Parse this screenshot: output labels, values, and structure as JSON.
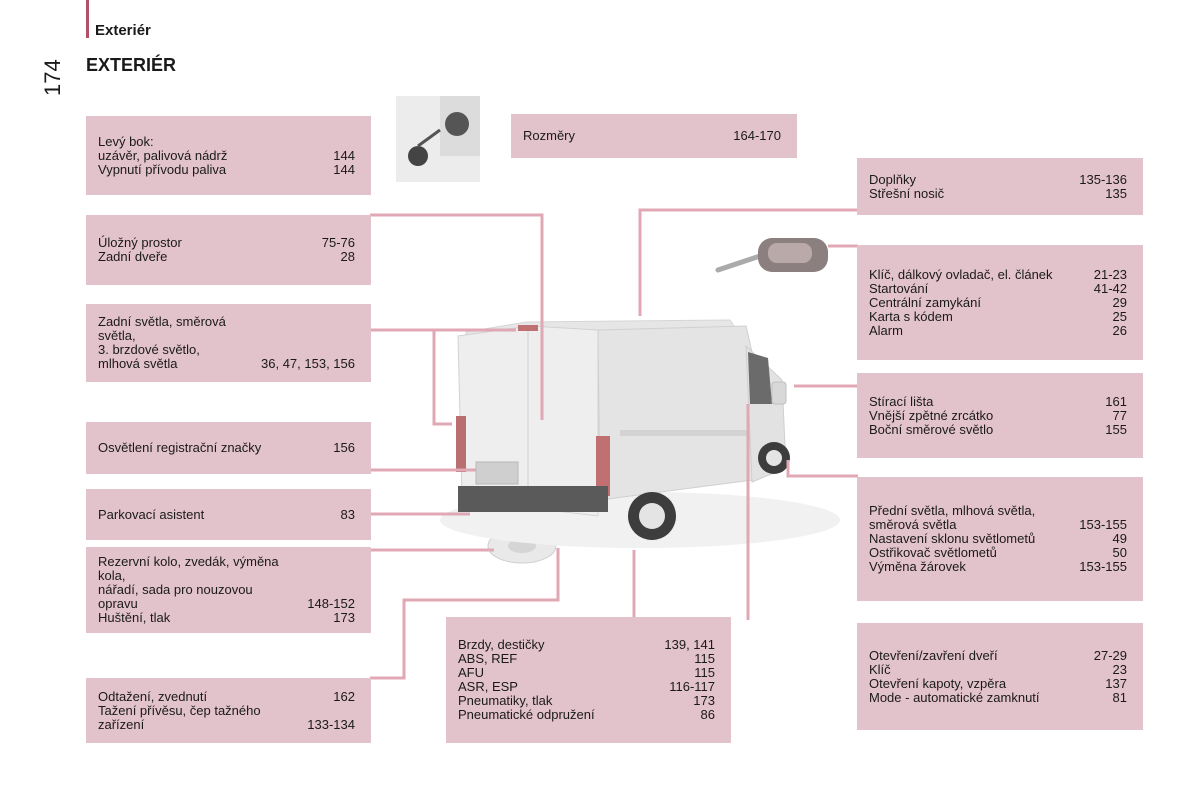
{
  "header": {
    "section": "Exteriér",
    "page_number": "174",
    "title": "EXTERIÉR"
  },
  "boxes": {
    "levy_bok": {
      "title": "Levý bok:",
      "rows": [
        {
          "label": "uzávěr, palivová nádrž",
          "page": "144"
        },
        {
          "label": "Vypnutí přívodu paliva",
          "page": "144"
        }
      ]
    },
    "rozmery": {
      "rows": [
        {
          "label": "Rozměry",
          "page": "164-170"
        }
      ]
    },
    "doplnky": {
      "rows": [
        {
          "label": "Doplňky",
          "page": "135-136"
        },
        {
          "label": "Střešní nosič",
          "page": "135"
        }
      ]
    },
    "ulozny": {
      "rows": [
        {
          "label": "Úložný prostor",
          "page": "75-76"
        },
        {
          "label": "Zadní dveře",
          "page": "28"
        }
      ]
    },
    "klic": {
      "rows": [
        {
          "label": "Klíč, dálkový ovladač, el. článek",
          "page": "21-23"
        },
        {
          "label": "Startování",
          "page": "41-42"
        },
        {
          "label": "Centrální zamykání",
          "page": "29"
        },
        {
          "label": "Karta s kódem",
          "page": "25"
        },
        {
          "label": "Alarm",
          "page": "26"
        }
      ]
    },
    "zadni_svetla": {
      "rows": [
        {
          "label": "Zadní světla, směrová světla,\n3. brzdové světlo,\nmlhová světla",
          "page": "36, 47, 153, 156"
        }
      ]
    },
    "stiraci": {
      "rows": [
        {
          "label": "Stírací lišta",
          "page": "161"
        },
        {
          "label": "Vnější zpětné zrcátko",
          "page": "77"
        },
        {
          "label": "Boční směrové světlo",
          "page": "155"
        }
      ]
    },
    "osvetleni": {
      "rows": [
        {
          "label": "Osvětlení registrační značky",
          "page": "156"
        }
      ]
    },
    "parkovaci": {
      "rows": [
        {
          "label": "Parkovací asistent",
          "page": "83"
        }
      ]
    },
    "predni": {
      "rows": [
        {
          "label": "Přední světla, mlhová světla,\nsměrová světla",
          "page": "153-155"
        },
        {
          "label": "Nastavení sklonu světlometů",
          "page": "49"
        },
        {
          "label": "Ostřikovač světlometů",
          "page": "50"
        },
        {
          "label": "Výměna žárovek",
          "page": "153-155"
        }
      ]
    },
    "rezervni": {
      "rows": [
        {
          "label": "Rezervní kolo, zvedák, výměna kola,\nnářadí, sada pro nouzovou\nopravu",
          "page": "148-152"
        },
        {
          "label": "Huštění, tlak",
          "page": "173"
        }
      ]
    },
    "brzdy": {
      "rows": [
        {
          "label": "Brzdy, destičky",
          "page": "139, 141"
        },
        {
          "label": "ABS, REF",
          "page": "115"
        },
        {
          "label": "AFU",
          "page": "115"
        },
        {
          "label": "ASR, ESP",
          "page": "116-117"
        },
        {
          "label": "Pneumatiky, tlak",
          "page": "173"
        },
        {
          "label": "Pneumatické odpružení",
          "page": "86"
        }
      ]
    },
    "oteverni": {
      "rows": [
        {
          "label": "Otevření/zavření dveří",
          "page": "27-29"
        },
        {
          "label": "Klíč",
          "page": "23"
        },
        {
          "label": "Otevření kapoty, vzpěra",
          "page": "137"
        },
        {
          "label": "Mode - automatické zamknutí",
          "page": "81"
        }
      ]
    },
    "odtazeni": {
      "rows": [
        {
          "label": "Odtažení, zvednutí",
          "page": "162"
        },
        {
          "label": "Tažení přívěsu, čep tažného\nzařízení",
          "page": "133-134"
        }
      ]
    }
  },
  "colors": {
    "box_fill": "#e3c3cb",
    "leader": "#e0a8b5",
    "accent": "#b0506a"
  }
}
